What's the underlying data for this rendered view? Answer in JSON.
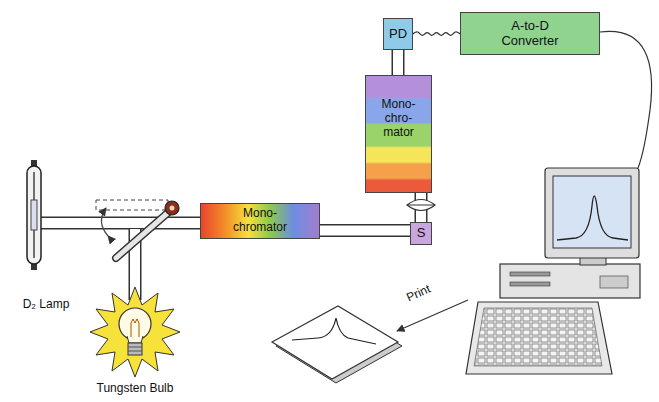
{
  "diagram": {
    "nodes": [
      {
        "text": [
          "D₂ Lamp"
        ]
      },
      {
        "text": [
          "Tungsten Bulb"
        ]
      },
      {
        "text": [
          "Mono- chromator"
        ]
      },
      {
        "text": [
          "S"
        ]
      },
      {
        "text": [
          "Mono- chro- mator"
        ]
      },
      {
        "text": [
          "PD"
        ]
      },
      {
        "text": [
          "A-to-D Converter"
        ]
      }
    ],
    "edges": [
      {
        "from": 2,
        "to": 3,
        "arrow": "none"
      },
      {
        "from": 3,
        "to": 4,
        "arrow": "none"
      },
      {
        "from": 4,
        "to": 5,
        "arrow": "none"
      },
      {
        "from": 5,
        "to": 6,
        "arrow": "none"
      }
    ],
    "labels": [
      "Print"
    ]
  }
}
